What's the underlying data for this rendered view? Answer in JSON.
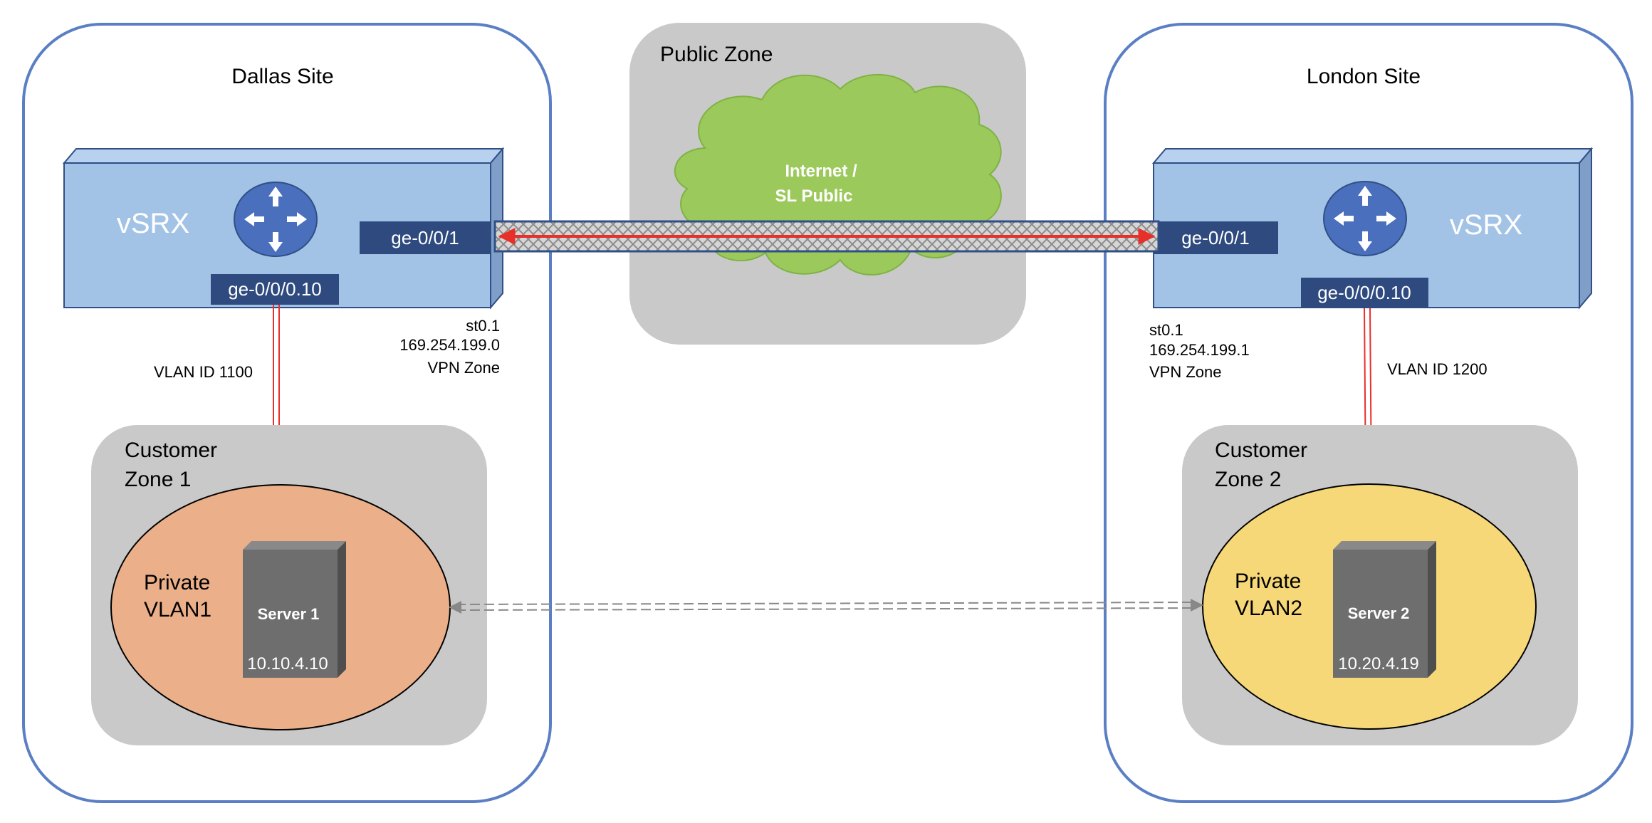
{
  "sites": {
    "dallas": {
      "title": "Dallas Site",
      "router": {
        "label": "vSRX",
        "iface_outer": "ge-0/0/1",
        "iface_inner": "ge-0/0/0.10"
      },
      "tunnel": {
        "line1": "st0.1",
        "line2": "169.254.199.0",
        "line3": "VPN Zone"
      },
      "vlan_id": "VLAN ID 1100",
      "zone": {
        "line1": "Customer",
        "line2": "Zone 1",
        "vlan_line1": "Private",
        "vlan_line2": "VLAN1",
        "server": "Server 1",
        "ip": "10.10.4.10"
      }
    },
    "london": {
      "title": "London Site",
      "router": {
        "label": "vSRX",
        "iface_outer": "ge-0/0/1",
        "iface_inner": "ge-0/0/0.10"
      },
      "tunnel": {
        "line1": "st0.1",
        "line2": "169.254.199.1",
        "line3": "VPN Zone"
      },
      "vlan_id": "VLAN ID 1200",
      "zone": {
        "line1": "Customer",
        "line2": "Zone 2",
        "vlan_line1": "Private",
        "vlan_line2": "VLAN2",
        "server": "Server 2",
        "ip": "10.20.4.19"
      }
    }
  },
  "public_zone": {
    "title": "Public Zone",
    "cloud_line1": "Internet /",
    "cloud_line2": "SL Public"
  },
  "colors": {
    "site_border": "#5b7fc4",
    "zone_gray": "#c9c9c9",
    "router_box": "#a3c3e6",
    "iface_label": "#2e4a7e",
    "router_icon": "#4a6fbd",
    "cloud": "#9cc95c",
    "cloud_border": "#7fb244",
    "vlan1": "#ebb089",
    "vlan2": "#f6d878",
    "server": "#6f6e6e",
    "tunnel_arrow": "#e8302a",
    "vlan_link": "#e8302a",
    "private_link": "#888888"
  }
}
